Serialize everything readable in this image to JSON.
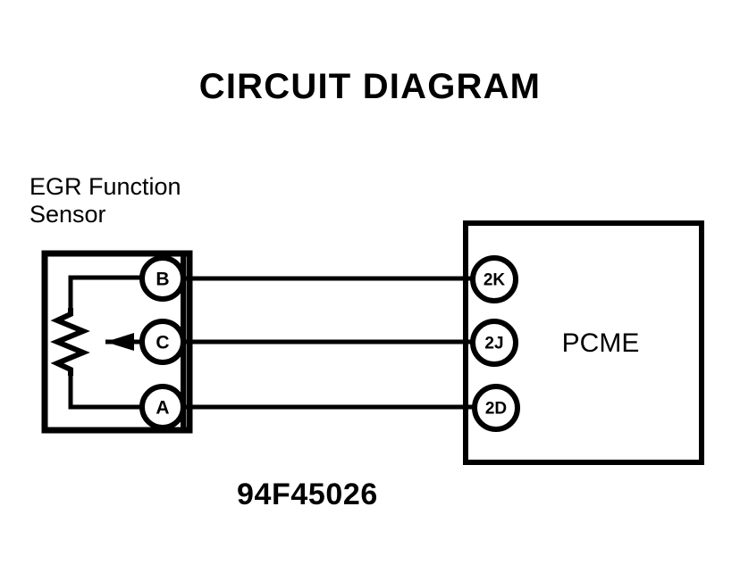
{
  "diagram": {
    "title": "CIRCUIT DIAGRAM",
    "part_number": "94F45026",
    "background_color": "#ffffff",
    "line_color": "#000000",
    "sensor": {
      "label_line1": "EGR Function",
      "label_line2": "Sensor",
      "component_type": "potentiometer",
      "pins": [
        {
          "id": "B",
          "label": "B",
          "position": "top"
        },
        {
          "id": "C",
          "label": "C",
          "position": "middle"
        },
        {
          "id": "A",
          "label": "A",
          "position": "bottom"
        }
      ]
    },
    "module": {
      "label": "PCME",
      "pins": [
        {
          "id": "2K",
          "label": "2K",
          "position": "top"
        },
        {
          "id": "2J",
          "label": "2J",
          "position": "middle"
        },
        {
          "id": "2D",
          "label": "2D",
          "position": "bottom"
        }
      ]
    },
    "connections": [
      {
        "from": "B",
        "to": "2K"
      },
      {
        "from": "C",
        "to": "2J"
      },
      {
        "from": "A",
        "to": "2D"
      }
    ]
  }
}
